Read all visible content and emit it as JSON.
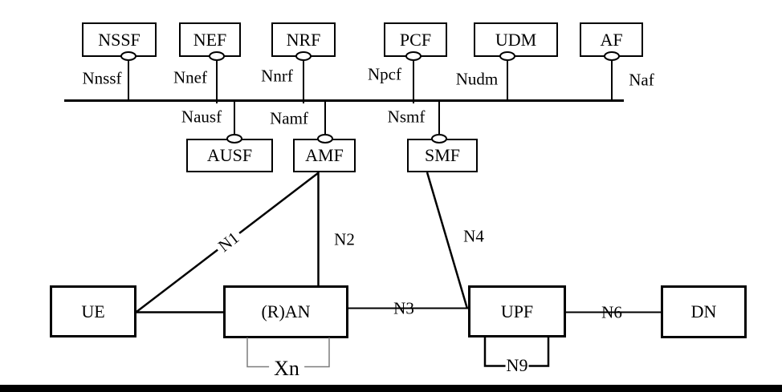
{
  "nf": {
    "top": [
      {
        "name": "NSSF",
        "iface": "Nnssf"
      },
      {
        "name": "NEF",
        "iface": "Nnef"
      },
      {
        "name": "NRF",
        "iface": "Nnrf"
      },
      {
        "name": "PCF",
        "iface": "Npcf"
      },
      {
        "name": "UDM",
        "iface": "Nudm"
      },
      {
        "name": "AF",
        "iface": "Naf"
      }
    ],
    "mid": [
      {
        "name": "AUSF",
        "iface": "Nausf"
      },
      {
        "name": "AMF",
        "iface": "Namf"
      },
      {
        "name": "SMF",
        "iface": "Nsmf"
      }
    ],
    "bottom": [
      {
        "name": "UE"
      },
      {
        "name": "(R)AN"
      },
      {
        "name": "UPF"
      },
      {
        "name": "DN"
      }
    ]
  },
  "refs": {
    "n1": "N1",
    "n2": "N2",
    "n3": "N3",
    "n4": "N4",
    "n6": "N6",
    "n9": "N9",
    "xn": "Xn"
  },
  "colors": {
    "stroke": "#000000",
    "xn_bracket": "#7d7d7d",
    "background": "#ffffff",
    "footer_bar": "#000000"
  }
}
